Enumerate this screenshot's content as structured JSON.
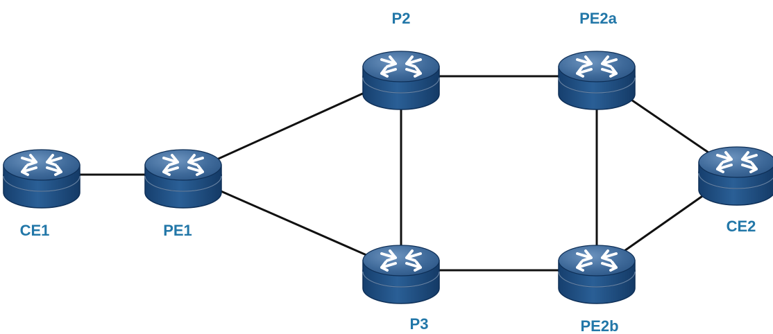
{
  "colors": {
    "label": "#2277a8",
    "link": "#111111",
    "router_top": "#3f6a9a",
    "router_body": "#1f4c80",
    "router_edge": "#0e2f57",
    "arrow": "#ffffff"
  },
  "nodes": [
    {
      "id": "CE1",
      "label": "CE1",
      "icon": "router-icon"
    },
    {
      "id": "PE1",
      "label": "PE1",
      "icon": "router-icon"
    },
    {
      "id": "P2",
      "label": "P2",
      "icon": "router-icon"
    },
    {
      "id": "P3",
      "label": "P3",
      "icon": "router-icon"
    },
    {
      "id": "PE2a",
      "label": "PE2a",
      "icon": "router-icon"
    },
    {
      "id": "PE2b",
      "label": "PE2b",
      "icon": "router-icon"
    },
    {
      "id": "CE2",
      "label": "CE2",
      "icon": "router-icon"
    }
  ],
  "links": [
    {
      "from": "CE1",
      "to": "PE1"
    },
    {
      "from": "PE1",
      "to": "P2"
    },
    {
      "from": "PE1",
      "to": "P3"
    },
    {
      "from": "P2",
      "to": "P3"
    },
    {
      "from": "P2",
      "to": "PE2a"
    },
    {
      "from": "P3",
      "to": "PE2b"
    },
    {
      "from": "PE2a",
      "to": "PE2b"
    },
    {
      "from": "PE2a",
      "to": "CE2"
    },
    {
      "from": "PE2b",
      "to": "CE2"
    }
  ]
}
